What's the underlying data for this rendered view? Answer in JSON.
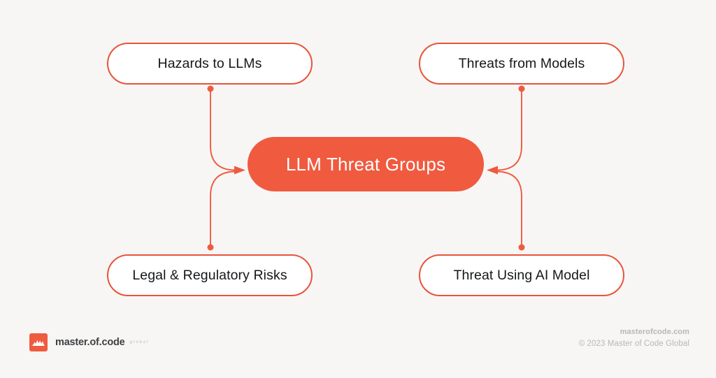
{
  "canvas": {
    "background_color": "#f7f6f5",
    "accent_color": "#f05a3f",
    "node_border_color": "#e8533a"
  },
  "diagram": {
    "type": "hub-and-spoke",
    "center": {
      "label": "LLM Threat Groups",
      "fill_color": "#f05a3f",
      "text_color": "#ffffff"
    },
    "nodes": [
      {
        "id": "hazards-to-llms",
        "label": "Hazards to LLMs",
        "position": "top-left"
      },
      {
        "id": "threats-from-models",
        "label": "Threats from Models",
        "position": "top-right"
      },
      {
        "id": "legal-regulatory-risks",
        "label": "Legal & Regulatory Risks",
        "position": "bottom-left"
      },
      {
        "id": "threat-using-ai-model",
        "label": "Threat Using AI Model",
        "position": "bottom-right"
      }
    ]
  },
  "footer": {
    "brand_name": "master.of.code",
    "brand_suffix": "global",
    "brand_icon": "mountain-logo-icon",
    "website": "masterofcode.com",
    "copyright": "© 2023 Master of Code Global"
  }
}
